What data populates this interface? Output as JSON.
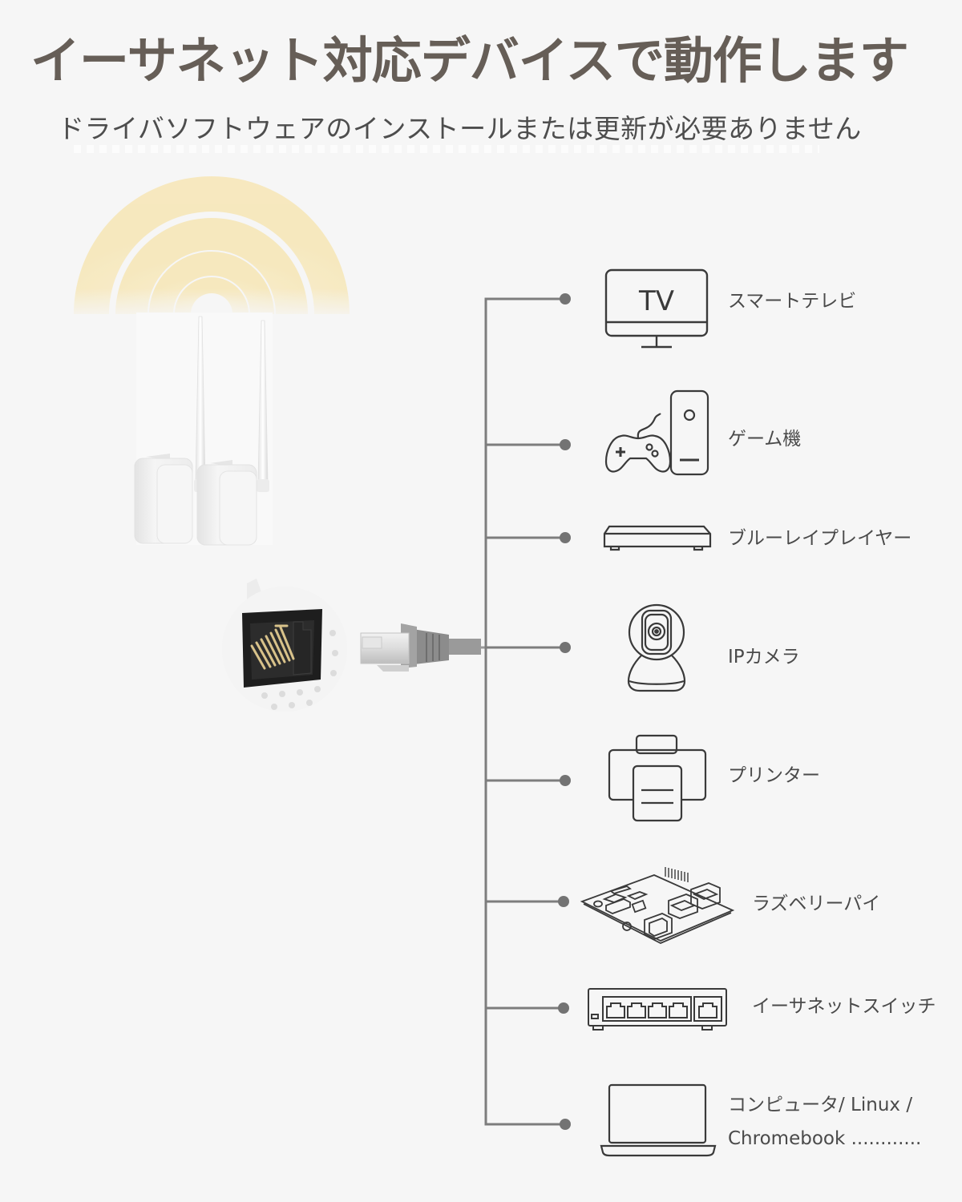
{
  "header": {
    "title": "イーサネット対応デバイスで動作します",
    "subtitle": "ドライバソフトウェアのインストールまたは更新が必要ありません"
  },
  "hero": {
    "wifi_arcs_icon": "wifi-signal-arcs",
    "adapter_icon": "powerline-wifi-adapters",
    "port_icon": "rj45-ethernet-port",
    "cable_icon": "ethernet-cable-connector"
  },
  "colors": {
    "title": "#665e57",
    "text": "#4a4a4a",
    "connector_line": "#7d7d7d",
    "icon_stroke": "#3a3a3a",
    "wifi_arc": "#f7e9bf",
    "background": "#f6f6f6"
  },
  "devices": [
    {
      "icon": "tv-icon",
      "icon_text": "TV",
      "label": "スマートテレビ"
    },
    {
      "icon": "game-console-icon",
      "label": "ゲーム機"
    },
    {
      "icon": "bluray-player-icon",
      "label": "ブルーレイプレイヤー"
    },
    {
      "icon": "ip-camera-icon",
      "label": "IPカメラ"
    },
    {
      "icon": "printer-icon",
      "label": "プリンター"
    },
    {
      "icon": "raspberry-pi-icon",
      "label": "ラズベリーパイ"
    },
    {
      "icon": "ethernet-switch-icon",
      "label": "イーサネットスイッチ"
    },
    {
      "icon": "laptop-icon",
      "label_line1": "コンピュータ/ Linux /",
      "label_line2": "Chromebook ............"
    }
  ]
}
